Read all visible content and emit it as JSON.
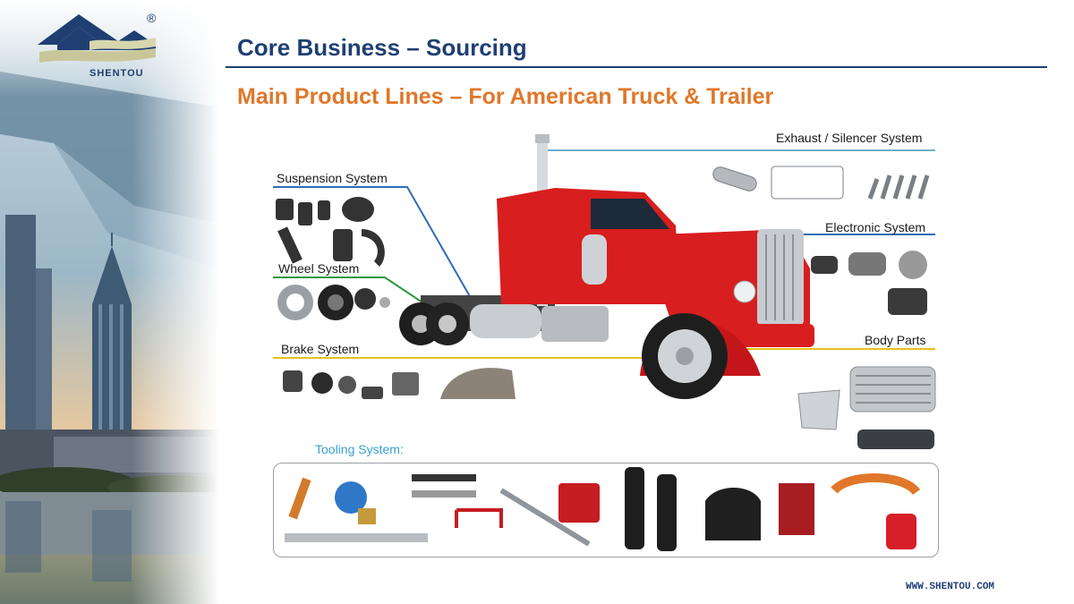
{
  "brand": {
    "name": "SHENTOU",
    "registered": "®",
    "url": "WWW.SHENTOU.COM"
  },
  "header": {
    "title": "Core Business – Sourcing",
    "subtitle": "Main Product Lines – For American Truck & Trailer"
  },
  "categories": {
    "suspension": "Suspension System",
    "wheel": "Wheel System",
    "brake": "Brake System",
    "exhaust": "Exhaust / Silencer System",
    "electronic": "Electronic System",
    "body": "Body Parts",
    "tooling": "Tooling System:"
  },
  "colors": {
    "title": "#1f3f73",
    "subtitle": "#e0772a",
    "truck": "#d81e1e",
    "line_blue": "#2f6db5",
    "line_green": "#2e9a3c",
    "line_yellow": "#e6c21b",
    "line_teal": "#6ab0c8",
    "tooling_label": "#3aa0d0"
  }
}
